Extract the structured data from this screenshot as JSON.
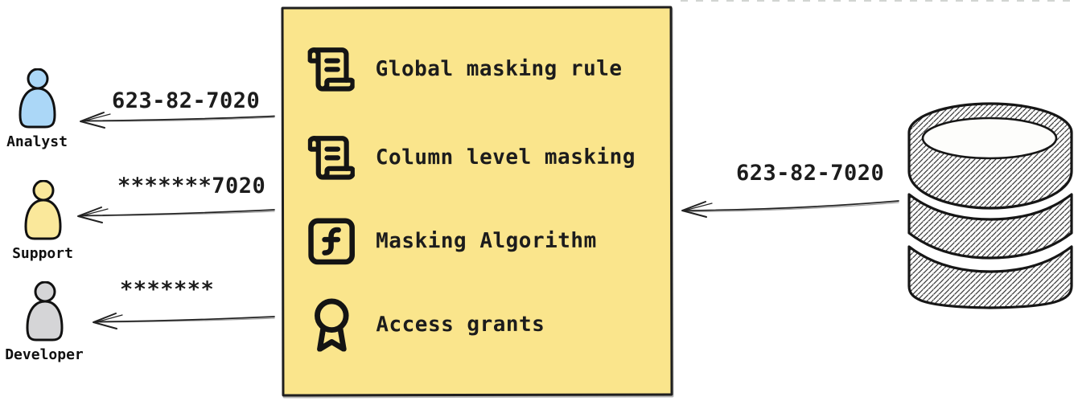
{
  "masking_box": {
    "background_color": "#FAE58C",
    "border_color": "#1f1f1f",
    "items": [
      {
        "icon": "scroll-text-icon",
        "label": "Global masking rule"
      },
      {
        "icon": "scroll-text-icon",
        "label": "Column level masking"
      },
      {
        "icon": "function-square-icon",
        "label": "Masking Algorithm"
      },
      {
        "icon": "award-icon",
        "label": "Access grants"
      }
    ]
  },
  "database": {
    "icon": "database-icon",
    "output_value": "623-82-7020"
  },
  "consumers": [
    {
      "role": "Analyst",
      "received_value": "623-82-7020",
      "icon": "person-icon",
      "color": "#ABD7F7"
    },
    {
      "role": "Support",
      "received_value": "*******7020",
      "icon": "person-icon",
      "color": "#FAE89B"
    },
    {
      "role": "Developer",
      "received_value": "*******",
      "icon": "person-icon",
      "color": "#D5D5D7"
    }
  ],
  "text_color": "#1c1c1c"
}
